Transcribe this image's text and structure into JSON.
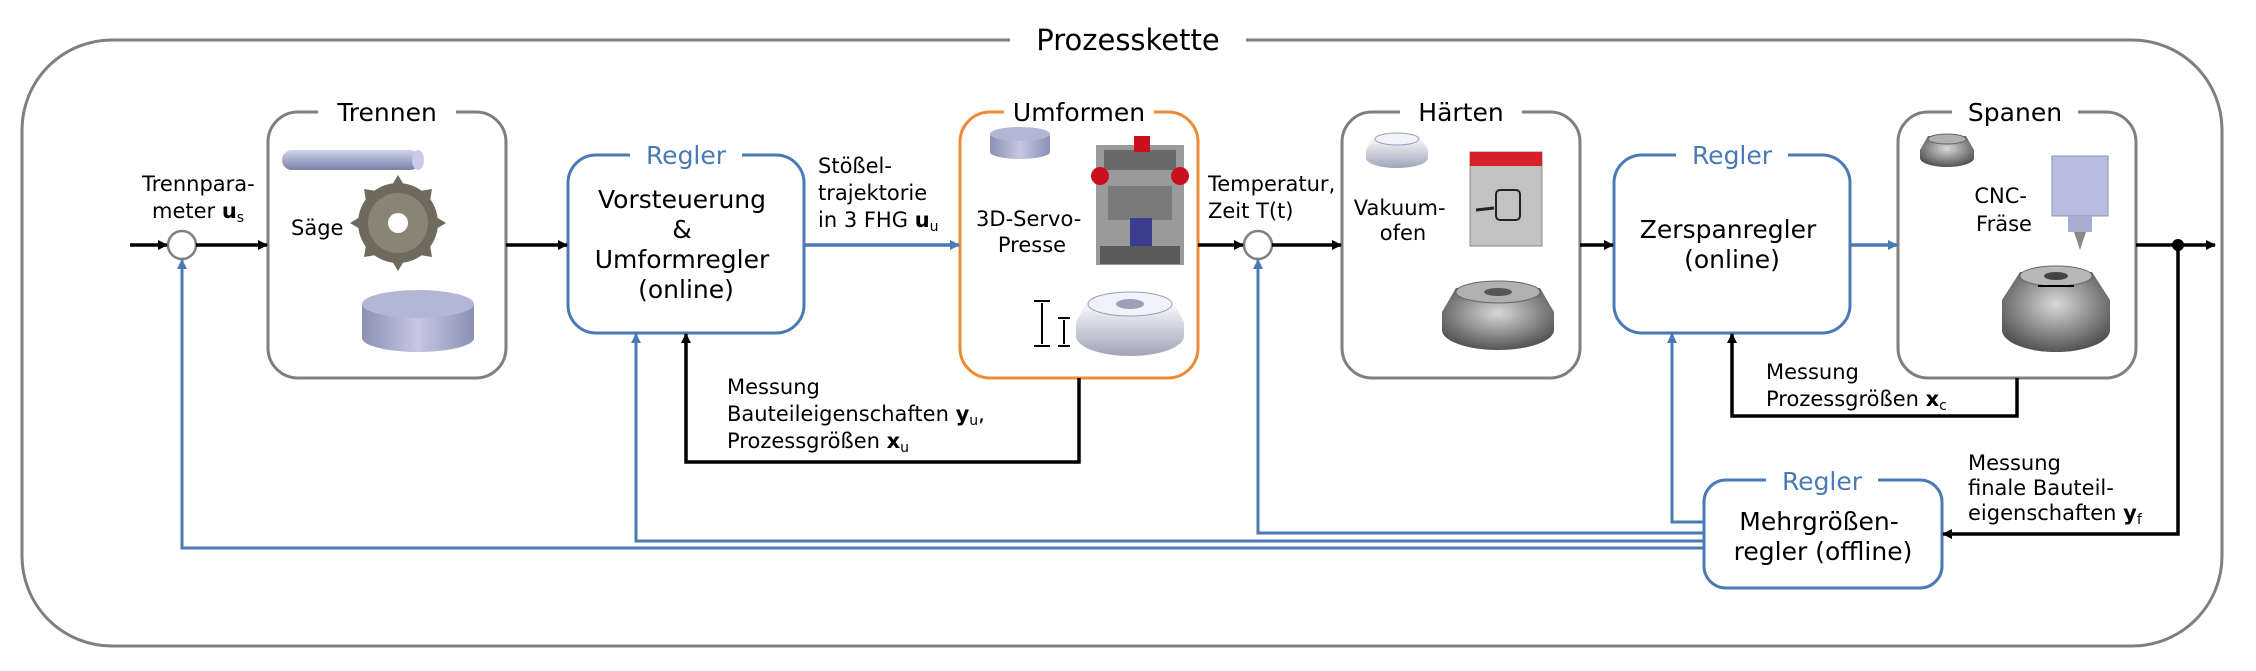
{
  "title": "Prozesskette",
  "blocks": {
    "trennen": {
      "title": "Trennen",
      "saw_label": "Säge"
    },
    "regler1": {
      "regler": "Regler",
      "lines": [
        "Vorsteuerung",
        "&",
        "Umformregler",
        "(online)"
      ]
    },
    "umformen": {
      "title": "Umformen",
      "press_lines": [
        "3D-Servo-",
        "Presse"
      ]
    },
    "haerten": {
      "title": "Härten",
      "oven_lines": [
        "Vakuum-",
        "ofen"
      ]
    },
    "regler2": {
      "regler": "Regler",
      "lines": [
        "Zerspanregler",
        "(online)"
      ]
    },
    "spanen": {
      "title": "Spanen",
      "cnc_lines": [
        "CNC-",
        "Fräse"
      ]
    },
    "regler3": {
      "regler": "Regler",
      "lines": [
        "Mehrgrößen-",
        "regler (offline)"
      ]
    }
  },
  "signals": {
    "input": {
      "line1": "Trennpara-",
      "line2": "meter ",
      "sym": "u",
      "sub": "s"
    },
    "stoessel": {
      "line1": "Stößel-",
      "line2": "trajektorie",
      "line3": "in 3 FHG ",
      "sym": "u",
      "sub": "u"
    },
    "temperatur": {
      "line1": "Temperatur,",
      "line2": "Zeit T(t)"
    },
    "messung_u": {
      "line1": "Messung",
      "line2": "Bauteileigenschaften ",
      "sym1": "y",
      "sub1": "u",
      "comma": ",",
      "line3": "Prozessgrößen ",
      "sym2": "x",
      "sub2": "u"
    },
    "messung_c": {
      "line1": "Messung",
      "line2": "Prozessgrößen ",
      "sym": "x",
      "sub": "c"
    },
    "messung_f": {
      "line1": "Messung",
      "line2": "finale Bauteil-",
      "line3": "eigenschaften ",
      "sym": "y",
      "sub": "f"
    }
  },
  "colors": {
    "block_border": "#7f7f7f",
    "regler_border": "#4a7ab5",
    "umformen_border": "#ed8b34",
    "feedback_blue": "#4a7ab5",
    "signal_black": "#000000",
    "chain_border": "#7f7f7f"
  }
}
